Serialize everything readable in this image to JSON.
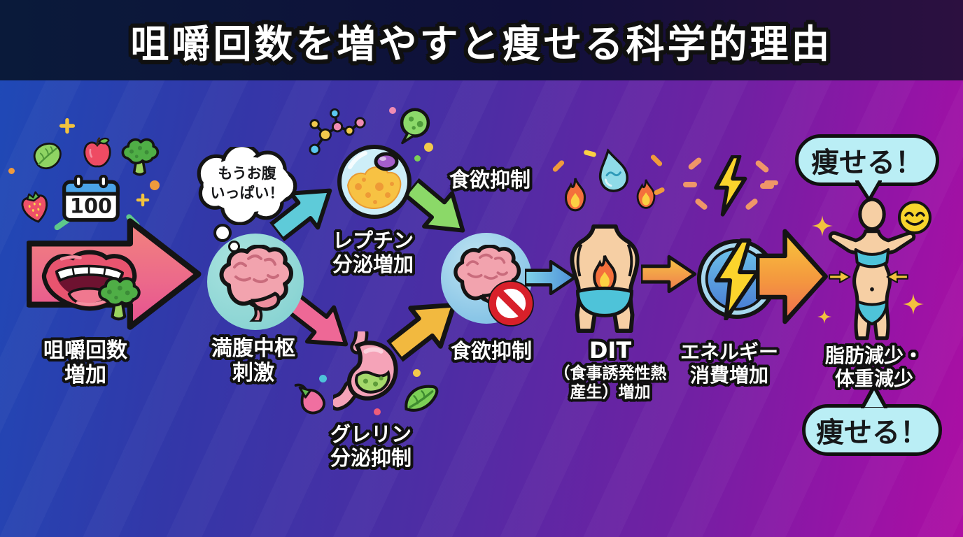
{
  "header": {
    "title": "咀嚼回数を増やすと痩せる科学的理由"
  },
  "steps": {
    "chewing": {
      "line1": "咀嚼回数",
      "line2": "増加"
    },
    "satiety": {
      "line1": "満腹中枢",
      "line2": "刺激"
    },
    "leptin": {
      "line1": "レプチン",
      "line2": "分泌増加"
    },
    "appetite_top": "食欲抑制",
    "ghrelin": {
      "line1": "グレリン",
      "line2": "分泌抑制"
    },
    "appetite_main": "食欲抑制",
    "dit": {
      "line1": "DIT",
      "line2": "（食事誘発性熱",
      "line3": "産生）増加"
    },
    "energy": {
      "line1": "エネルギー",
      "line2": "消費増加"
    },
    "result": {
      "line1": "脂肪減少・",
      "line2": "体重減少"
    }
  },
  "bubbles": {
    "thought": {
      "line1": "もうお腹",
      "line2": "いっぱい！"
    },
    "yaseru_top": "痩せる！",
    "yaseru_bottom": "痩せる！"
  },
  "icons": {
    "calendar_number": "100"
  },
  "colors": {
    "bg_left": "#1e4ab7",
    "bg_right": "#ad0ea3",
    "header_bg": "#10103a",
    "text_outline": "#111111",
    "bubble_fill": "#baeef5",
    "arrow_pink_top": "#f2837d",
    "arrow_pink_bottom": "#e65191",
    "arrow_teal": "#5ecbd9",
    "arrow_magenta": "#ee6896",
    "arrow_yellow": "#f2b93f",
    "arrow_green": "#8bd968",
    "arrow_blue": "#5fb5e2",
    "arrow_orange": "#f08049",
    "brain": "#f2a3ae",
    "cell_yellow": "#f7c243",
    "stomach": "#f5a3b8",
    "bolt_yellow": "#fbd42c",
    "skin": "#f6cfa4",
    "swimwear": "#4ec3d9"
  }
}
